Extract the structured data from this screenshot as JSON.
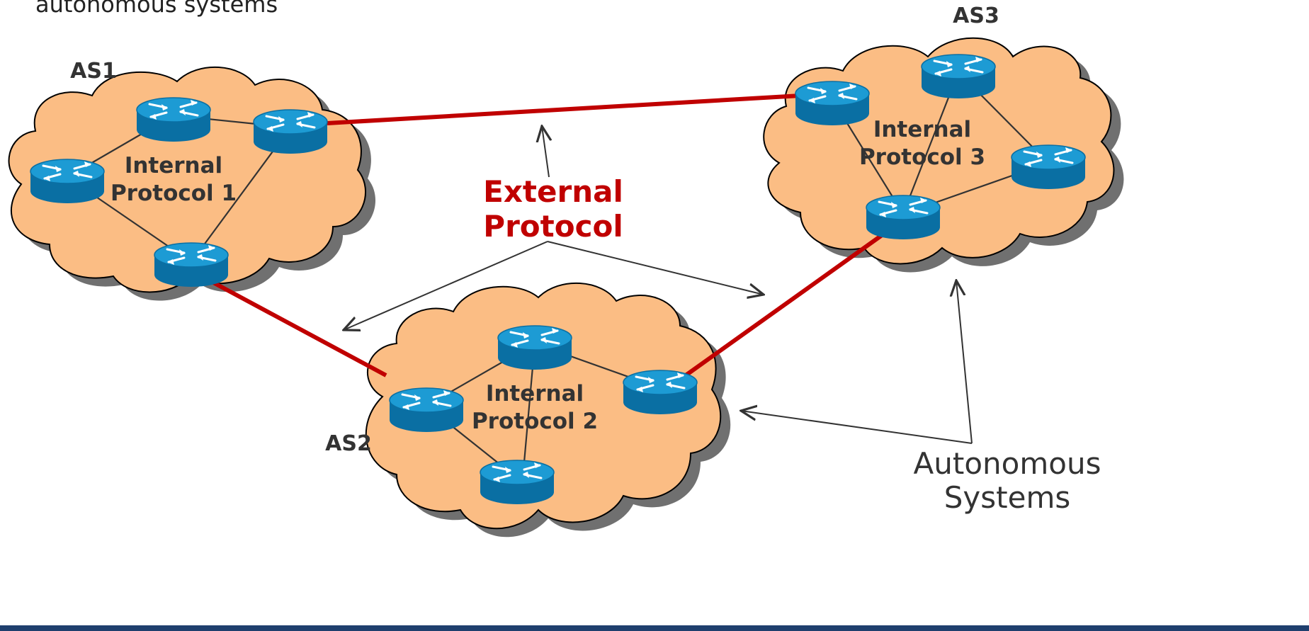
{
  "caption_fragment": "autonomous systems",
  "clouds": [
    {
      "id": "as1",
      "label": "AS1",
      "protocol_line1": "Internal",
      "protocol_line2": "Protocol 1"
    },
    {
      "id": "as2",
      "label": "AS2",
      "protocol_line1": "Internal",
      "protocol_line2": "Protocol 2"
    },
    {
      "id": "as3",
      "label": "AS3",
      "protocol_line1": "Internal",
      "protocol_line2": "Protocol 3"
    }
  ],
  "external": {
    "line1": "External",
    "line2": "Protocol"
  },
  "autonomous": {
    "line1": "Autonomous",
    "line2": "Systems"
  },
  "colors": {
    "cloud_fill": "#fbbd84",
    "cloud_shadow": "#707070",
    "external_link": "#c00000",
    "internal_link": "#333333",
    "router_top": "#1d9bd4",
    "router_body": "#0a6fa3",
    "text_dark": "#333333",
    "text_external": "#c00000",
    "footer": "#1f3f6e"
  },
  "icons": {
    "router": "router-icon"
  }
}
